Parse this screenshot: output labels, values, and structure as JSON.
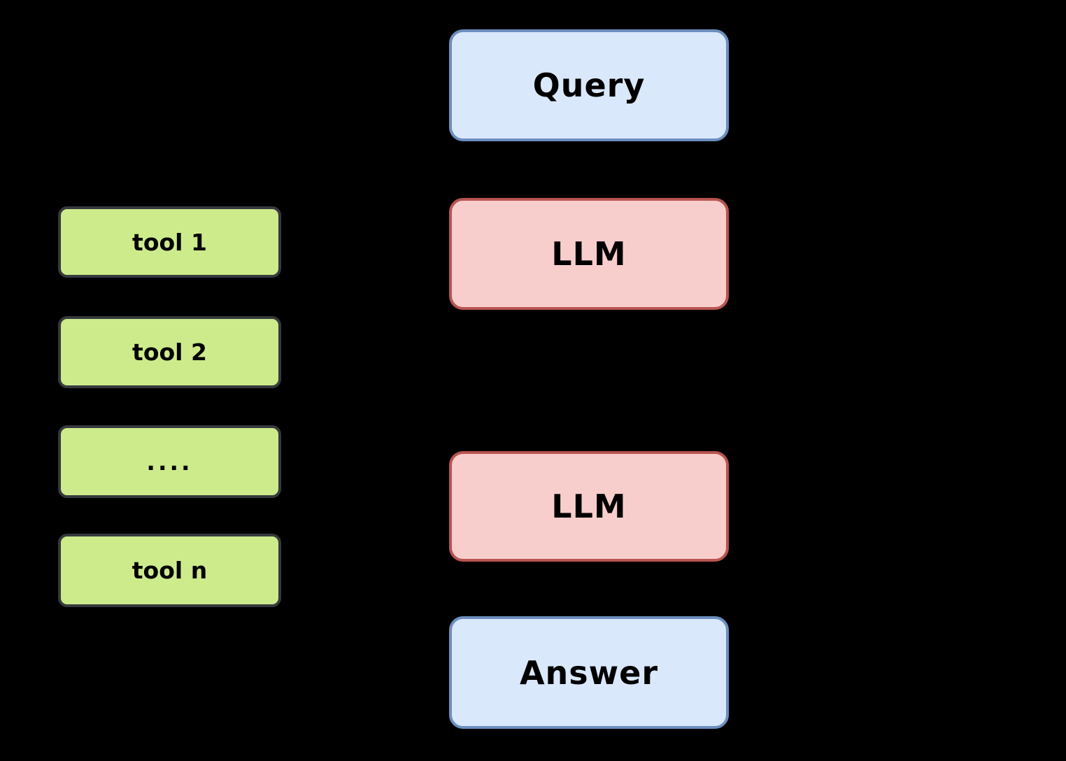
{
  "diagram": {
    "background_color": "#000000",
    "text_color": "#000000",
    "colors": {
      "blue_fill": "#dae8fc",
      "blue_border": "#6c8ebf",
      "red_fill": "#f8cecc",
      "red_border": "#b85450",
      "green_fill": "#cdeb8b",
      "green_border": "#36393d"
    },
    "nodes": {
      "query": {
        "label": "Query"
      },
      "llm_top": {
        "label": "LLM"
      },
      "llm_bottom": {
        "label": "LLM"
      },
      "answer": {
        "label": "Answer"
      },
      "tool_1": {
        "label": "tool 1"
      },
      "tool_2": {
        "label": "tool 2"
      },
      "tools_ellipsis": {
        "label": "...."
      },
      "tool_n": {
        "label": "tool n"
      }
    }
  }
}
